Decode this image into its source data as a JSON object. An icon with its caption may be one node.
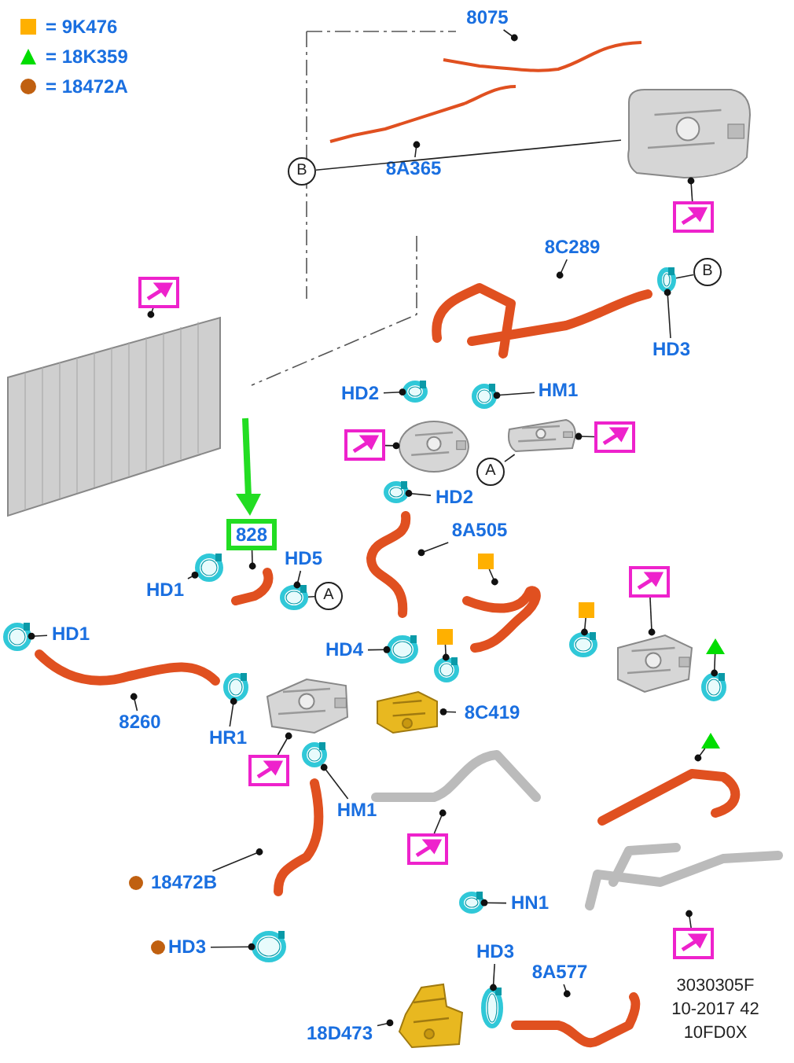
{
  "diagram": {
    "nodes": [
      {
        "text": [
          "8075"
        ]
      },
      {
        "text": [],
        "shape": "picture"
      },
      {
        "text": [
          "8A365"
        ]
      },
      {
        "text": [],
        "shape": "picture"
      },
      {
        "text": [],
        "shape": "picture"
      },
      {
        "text": [
          "B"
        ]
      },
      {
        "text": [],
        "shape": "box"
      },
      {
        "text": [],
        "shape": "picture"
      },
      {
        "text": [],
        "shape": "box"
      },
      {
        "text": [
          "8C289"
        ]
      },
      {
        "text": [],
        "shape": "picture"
      },
      {
        "text": [
          "HD3"
        ]
      },
      {
        "text": [],
        "shape": "picture"
      },
      {
        "text": [
          "B"
        ]
      },
      {
        "text": [
          "HD2"
        ]
      },
      {
        "text": [],
        "shape": "picture"
      },
      {
        "text": [
          "HM1"
        ]
      },
      {
        "text": [],
        "shape": "picture"
      },
      {
        "text": [],
        "shape": "box"
      },
      {
        "text": [],
        "shape": "picture"
      },
      {
        "text": [],
        "shape": "box"
      },
      {
        "text": [],
        "shape": "picture"
      },
      {
        "text": [
          "A"
        ]
      },
      {
        "text": [
          "HD2"
        ]
      },
      {
        "text": [],
        "shape": "picture"
      },
      {
        "text": [
          "8A505"
        ]
      },
      {
        "text": [],
        "shape": "picture"
      },
      {
        "text": [
          "828"
        ]
      },
      {
        "text": [],
        "shape": "picture"
      },
      {
        "text": [
          "HD5"
        ]
      },
      {
        "text": [],
        "shape": "picture"
      },
      {
        "text": [
          "A"
        ]
      },
      {
        "text": [
          "HD1"
        ]
      },
      {
        "text": [],
        "shape": "picture"
      },
      {
        "text": [
          "HD1"
        ]
      },
      {
        "text": [],
        "shape": "picture"
      },
      {
        "text": [],
        "shape": "picture"
      },
      {
        "text": [
          "8260"
        ]
      },
      {
        "text": [
          "HR1"
        ]
      },
      {
        "text": [],
        "shape": "picture"
      },
      {
        "text": [],
        "shape": "picture"
      },
      {
        "text": [],
        "shape": "box"
      },
      {
        "text": [
          "HD4"
        ]
      },
      {
        "text": [],
        "shape": "picture"
      },
      {
        "text": [],
        "shape": "square"
      },
      {
        "text": [],
        "shape": "picture"
      },
      {
        "text": [],
        "shape": "square"
      },
      {
        "text": [],
        "shape": "picture"
      },
      {
        "text": [],
        "shape": "picture"
      },
      {
        "text": [
          "8C419"
        ]
      },
      {
        "text": [],
        "shape": "square"
      },
      {
        "text": [],
        "shape": "picture"
      },
      {
        "text": [],
        "shape": "box"
      },
      {
        "text": [],
        "shape": "picture"
      },
      {
        "text": [],
        "shape": "triangle"
      },
      {
        "text": [],
        "shape": "picture"
      },
      {
        "text": [
          "HM1"
        ]
      },
      {
        "text": [],
        "shape": "picture"
      },
      {
        "text": [],
        "shape": "picture"
      },
      {
        "text": [],
        "shape": "box"
      },
      {
        "text": [],
        "shape": "triangle"
      },
      {
        "text": [],
        "shape": "picture"
      },
      {
        "text": [],
        "shape": "picture"
      },
      {
        "text": [
          "18472B"
        ]
      },
      {
        "text": [
          "HD3"
        ]
      },
      {
        "text": [],
        "shape": "picture"
      },
      {
        "text": [
          "HN1"
        ]
      },
      {
        "text": [],
        "shape": "picture"
      },
      {
        "text": [],
        "shape": "picture"
      },
      {
        "text": [],
        "shape": "box"
      },
      {
        "text": [
          "HD3"
        ]
      },
      {
        "text": [],
        "shape": "picture"
      },
      {
        "text": [
          "8A577"
        ]
      },
      {
        "text": [],
        "shape": "picture"
      },
      {
        "text": [],
        "shape": "picture"
      },
      {
        "text": [
          "18D473"
        ]
      }
    ],
    "edges": [
      {
        "from": 0,
        "to": 1,
        "arrow": "other"
      },
      {
        "from": 2,
        "to": 3,
        "arrow": "other"
      },
      {
        "from": 5,
        "to": 4,
        "arrow": "none"
      },
      {
        "from": 6,
        "to": 4,
        "arrow": "other"
      },
      {
        "from": 8,
        "to": 7,
        "arrow": "other"
      },
      {
        "from": 9,
        "to": 10,
        "arrow": "other"
      },
      {
        "from": 11,
        "to": 12,
        "arrow": "other"
      },
      {
        "from": 13,
        "to": 12,
        "arrow": "none"
      },
      {
        "from": 14,
        "to": 15,
        "arrow": "other"
      },
      {
        "from": 16,
        "to": 17,
        "arrow": "other"
      },
      {
        "from": 18,
        "to": 19,
        "arrow": "other"
      },
      {
        "from": 20,
        "to": 21,
        "arrow": "other"
      },
      {
        "from": 22,
        "to": 21,
        "arrow": "none"
      },
      {
        "from": 23,
        "to": 24,
        "arrow": "other"
      },
      {
        "from": 25,
        "to": 26,
        "arrow": "other"
      },
      {
        "from": 27,
        "to": 28,
        "arrow": "other"
      },
      {
        "from": 29,
        "to": 30,
        "arrow": "other"
      },
      {
        "from": 31,
        "to": 30,
        "arrow": "none"
      },
      {
        "from": 32,
        "to": 33,
        "arrow": "other"
      },
      {
        "from": 34,
        "to": 35,
        "arrow": "other"
      },
      {
        "from": 37,
        "to": 36,
        "arrow": "other"
      },
      {
        "from": 38,
        "to": 39,
        "arrow": "other"
      },
      {
        "from": 41,
        "to": 40,
        "arrow": "other"
      },
      {
        "from": 42,
        "to": 43,
        "arrow": "other"
      },
      {
        "from": 44,
        "to": 45,
        "arrow": "other"
      },
      {
        "from": 46,
        "to": 47,
        "arrow": "other"
      },
      {
        "from": 49,
        "to": 48,
        "arrow": "other"
      },
      {
        "from": 50,
        "to": 51,
        "arrow": "other"
      },
      {
        "from": 52,
        "to": 53,
        "arrow": "other"
      },
      {
        "from": 54,
        "to": 55,
        "arrow": "other"
      },
      {
        "from": 56,
        "to": 57,
        "arrow": "other"
      },
      {
        "from": 59,
        "to": 58,
        "arrow": "other"
      },
      {
        "from": 60,
        "to": 61,
        "arrow": "other"
      },
      {
        "from": 63,
        "to": 62,
        "arrow": "other"
      },
      {
        "from": 64,
        "to": 65,
        "arrow": "other"
      },
      {
        "from": 66,
        "to": 67,
        "arrow": "other"
      },
      {
        "from": 69,
        "to": 68,
        "arrow": "other"
      },
      {
        "from": 70,
        "to": 71,
        "arrow": "other"
      },
      {
        "from": 72,
        "to": 73,
        "arrow": "other"
      },
      {
        "from": 75,
        "to": 74,
        "arrow": "other"
      }
    ],
    "labels": [
      "3030305F",
      "10-2017 42",
      "10FD0X"
    ],
    "legend": [
      {
        "text": "= 9K476",
        "color": "#ffb000"
      },
      {
        "text": "= 18K359",
        "color": "#00dd00"
      },
      {
        "text": "= 18472A",
        "color": "#c06010"
      }
    ]
  }
}
